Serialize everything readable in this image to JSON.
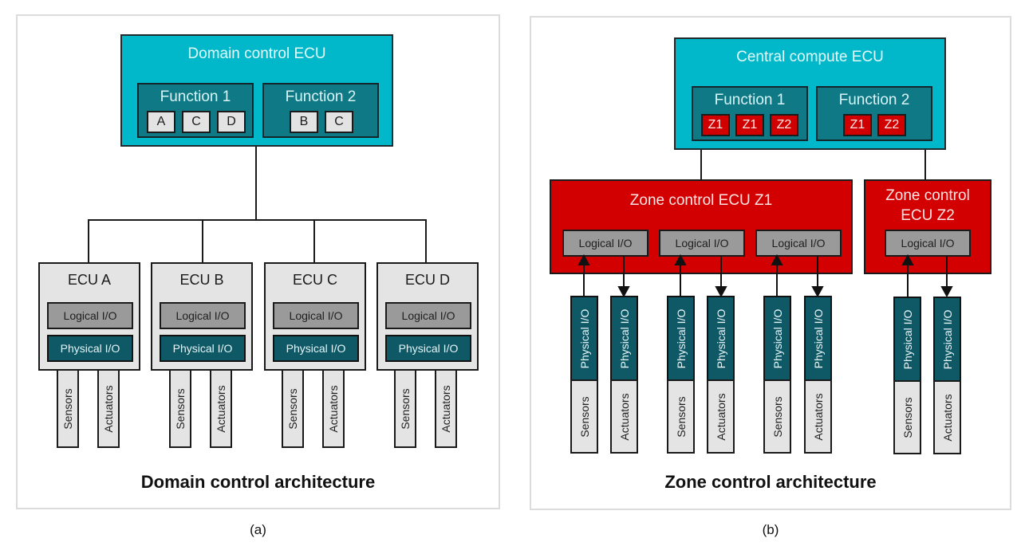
{
  "panel_a": {
    "caption": "Domain control architecture",
    "label": "(a)",
    "top_ecu": {
      "title": "Domain control ECU",
      "functions": [
        {
          "label": "Function 1",
          "chips": [
            "A",
            "C",
            "D"
          ]
        },
        {
          "label": "Function 2",
          "chips": [
            "B",
            "C"
          ]
        }
      ]
    },
    "ecus": [
      {
        "title": "ECU A",
        "logical": "Logical I/O",
        "physical": "Physical I/O",
        "sensors": "Sensors",
        "actuators": "Actuators"
      },
      {
        "title": "ECU B",
        "logical": "Logical I/O",
        "physical": "Physical I/O",
        "sensors": "Sensors",
        "actuators": "Actuators"
      },
      {
        "title": "ECU C",
        "logical": "Logical I/O",
        "physical": "Physical I/O",
        "sensors": "Sensors",
        "actuators": "Actuators"
      },
      {
        "title": "ECU D",
        "logical": "Logical I/O",
        "physical": "Physical I/O",
        "sensors": "Sensors",
        "actuators": "Actuators"
      }
    ]
  },
  "panel_b": {
    "caption": "Zone control architecture",
    "label": "(b)",
    "top_ecu": {
      "title": "Central compute ECU",
      "functions": [
        {
          "label": "Function 1",
          "chips": [
            "Z1",
            "Z1",
            "Z2"
          ]
        },
        {
          "label": "Function 2",
          "chips": [
            "Z1",
            "Z2"
          ]
        }
      ]
    },
    "zone1": {
      "title": "Zone control ECU Z1",
      "logical": [
        "Logical I/O",
        "Logical I/O",
        "Logical I/O"
      ]
    },
    "zone2": {
      "title_line1": "Zone control",
      "title_line2": "ECU Z2",
      "logical": [
        "Logical I/O"
      ]
    },
    "columns": [
      {
        "physical": "Physical I/O",
        "end": "Sensors"
      },
      {
        "physical": "Physical I/O",
        "end": "Actuators"
      },
      {
        "physical": "Physical I/O",
        "end": "Sensors"
      },
      {
        "physical": "Physical I/O",
        "end": "Actuators"
      },
      {
        "physical": "Physical I/O",
        "end": "Sensors"
      },
      {
        "physical": "Physical I/O",
        "end": "Actuators"
      },
      {
        "physical": "Physical I/O",
        "end": "Sensors"
      },
      {
        "physical": "Physical I/O",
        "end": "Actuators"
      }
    ]
  },
  "colors": {
    "cyan": "#00b8c9",
    "teal_function": "#0f7a86",
    "physical_io": "#0f5866",
    "logical_io": "#9a9a9a",
    "zone_red": "#d20000",
    "ecu_gray": "#e4e4e4"
  }
}
